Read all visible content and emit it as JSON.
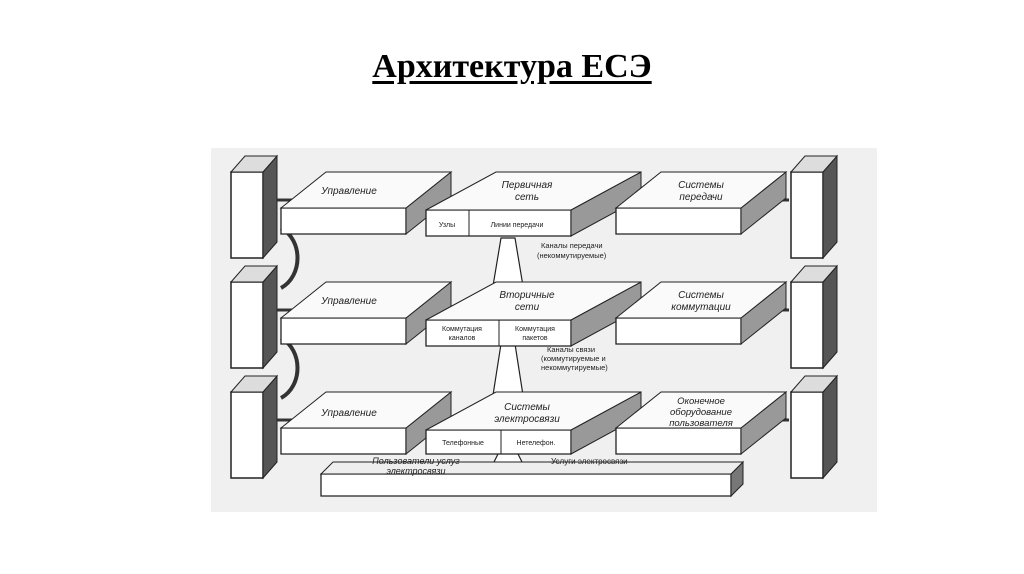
{
  "slide": {
    "title": "Архитектура ЕСЭ"
  },
  "diagram": {
    "levels": [
      {
        "control": "Управление",
        "center": [
          "Первичная",
          "сеть"
        ],
        "center_cells": [
          "Узлы",
          "Линии передачи"
        ],
        "side": [
          "Системы",
          "передачи"
        ]
      },
      {
        "control": "Управление",
        "center": [
          "Вторичные",
          "сети"
        ],
        "center_cells": [
          [
            "Коммутация",
            "каналов"
          ],
          [
            "Коммутация",
            "пакетов"
          ]
        ],
        "side": [
          "Системы",
          "коммутации"
        ]
      },
      {
        "control": "Управление",
        "center": [
          "Системы",
          "электросвязи"
        ],
        "center_cells": [
          "Телефонные",
          "Нетелефон."
        ],
        "side": [
          "Оконечное",
          "оборудование",
          "пользователя"
        ]
      }
    ],
    "channels_1": [
      "Каналы передачи",
      "(некоммутируемые)"
    ],
    "channels_2": [
      "Каналы связи",
      "(коммутируемые и",
      "некоммутируемые)"
    ],
    "users": [
      "Пользователи услуг",
      "электросвязи"
    ],
    "services": "Услуги электросвязи"
  }
}
